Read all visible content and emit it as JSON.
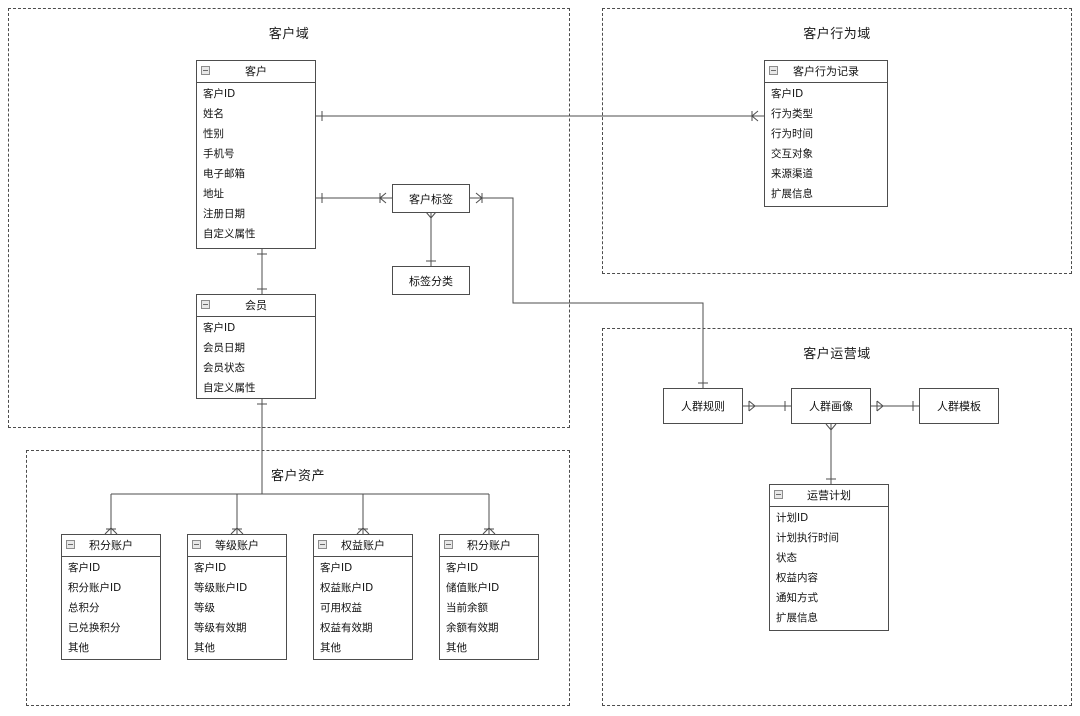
{
  "diagram": {
    "type": "entity-relationship-diagram",
    "language": "zh-CN",
    "colors": {
      "line": "#4d4d4d",
      "box_border": "#4d4d4d",
      "background": "#ffffff",
      "icon_fill": "#e8e8e8"
    }
  },
  "domains": [
    {
      "id": "customer",
      "title": "客户域"
    },
    {
      "id": "customer_behavior",
      "title": "客户行为域"
    },
    {
      "id": "customer_asset",
      "title": "客户资产"
    },
    {
      "id": "customer_ops",
      "title": "客户运营域"
    }
  ],
  "entities": {
    "customer": {
      "title": "客户",
      "icon": "collapse-icon",
      "attributes": [
        "客户ID",
        "姓名",
        "性别",
        "手机号",
        "电子邮箱",
        "地址",
        "注册日期",
        "自定义属性"
      ]
    },
    "member": {
      "title": "会员",
      "icon": "collapse-icon",
      "attributes": [
        "客户ID",
        "会员日期",
        "会员状态",
        "自定义属性"
      ]
    },
    "behavior_record": {
      "title": "客户行为记录",
      "icon": "collapse-icon",
      "attributes": [
        "客户ID",
        "行为类型",
        "行为时间",
        "交互对象",
        "来源渠道",
        "扩展信息"
      ]
    },
    "points_account": {
      "title": "积分账户",
      "icon": "collapse-icon",
      "attributes": [
        "客户ID",
        "积分账户ID",
        "总积分",
        "已兑换积分",
        "其他"
      ]
    },
    "level_account": {
      "title": "等级账户",
      "icon": "collapse-icon",
      "attributes": [
        "客户ID",
        "等级账户ID",
        "等级",
        "等级有效期",
        "其他"
      ]
    },
    "benefit_account": {
      "title": "权益账户",
      "icon": "collapse-icon",
      "attributes": [
        "客户ID",
        "权益账户ID",
        "可用权益",
        "权益有效期",
        "其他"
      ]
    },
    "stored_value_account": {
      "title": "积分账户",
      "icon": "collapse-icon",
      "attributes": [
        "客户ID",
        "储值账户ID",
        "当前余额",
        "余额有效期",
        "其他"
      ]
    },
    "ops_plan": {
      "title": "运营计划",
      "icon": "collapse-icon",
      "attributes": [
        "计划ID",
        "计划执行时间",
        "状态",
        "权益内容",
        "通知方式",
        "扩展信息"
      ]
    }
  },
  "nodes": {
    "customer_tag": {
      "label": "客户标签"
    },
    "tag_category": {
      "label": "标签分类"
    },
    "crowd_rule": {
      "label": "人群规则"
    },
    "crowd_profile": {
      "label": "人群画像"
    },
    "crowd_template": {
      "label": "人群模板"
    }
  },
  "relationships": [
    {
      "from": "客户",
      "to": "客户行为记录",
      "cardinality": "one-to-many"
    },
    {
      "from": "客户",
      "to": "客户标签",
      "cardinality": "one-to-many"
    },
    {
      "from": "客户标签",
      "to": "标签分类",
      "cardinality": "many-to-one"
    },
    {
      "from": "客户",
      "to": "会员",
      "cardinality": "one-to-one"
    },
    {
      "from": "会员",
      "to": "积分账户",
      "cardinality": "one-to-many"
    },
    {
      "from": "会员",
      "to": "等级账户",
      "cardinality": "one-to-many"
    },
    {
      "from": "会员",
      "to": "权益账户",
      "cardinality": "one-to-many"
    },
    {
      "from": "会员",
      "to": "积分账户",
      "cardinality": "one-to-many"
    },
    {
      "from": "客户标签",
      "to": "人群规则",
      "cardinality": "one-to-many"
    },
    {
      "from": "人群规则",
      "to": "人群画像",
      "cardinality": "many-to-one"
    },
    {
      "from": "人群画像",
      "to": "人群模板",
      "cardinality": "many-to-one"
    },
    {
      "from": "人群画像",
      "to": "运营计划",
      "cardinality": "many-to-one"
    }
  ]
}
